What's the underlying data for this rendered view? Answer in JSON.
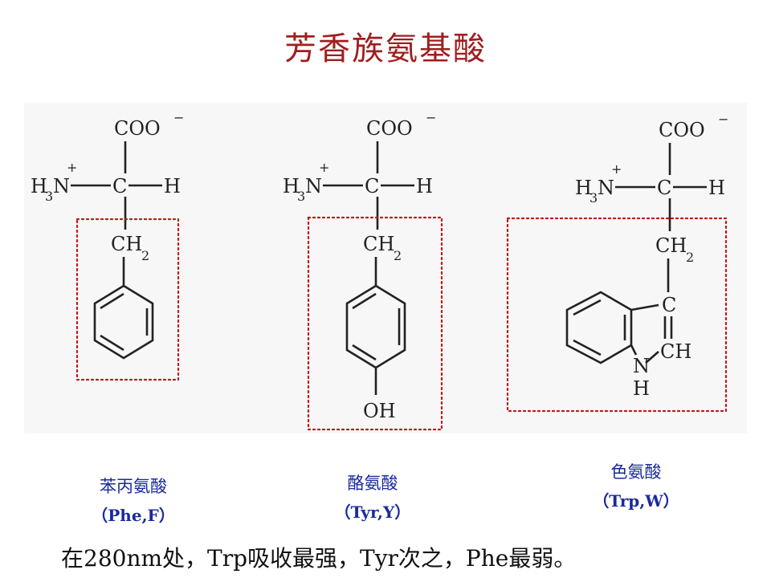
{
  "slide": {
    "title": "芳香族氨基酸",
    "footer": "在280nm处，Trp吸收最强，Tyr次之，Phe最弱。"
  },
  "molecules": [
    {
      "caption_cn": "苯丙氨酸",
      "caption_code": "（Phe,F）"
    },
    {
      "caption_cn": "酪氨酸",
      "caption_code": "（Tyr,Y）"
    },
    {
      "caption_cn": "色氨酸",
      "caption_code": "（Trp,W）"
    }
  ],
  "labels": {
    "coo": "COO",
    "minus": "−",
    "h3": "H",
    "sub3": "3",
    "n": "N",
    "plus": "+",
    "c": "C",
    "h": "H",
    "ch2": "CH",
    "sub2": "2",
    "oh": "OH",
    "ch": "CH"
  },
  "colors": {
    "title": "#a01e1e",
    "caption": "#1a2a9c",
    "highlight_box": "#c01818",
    "footer": "#111111"
  }
}
